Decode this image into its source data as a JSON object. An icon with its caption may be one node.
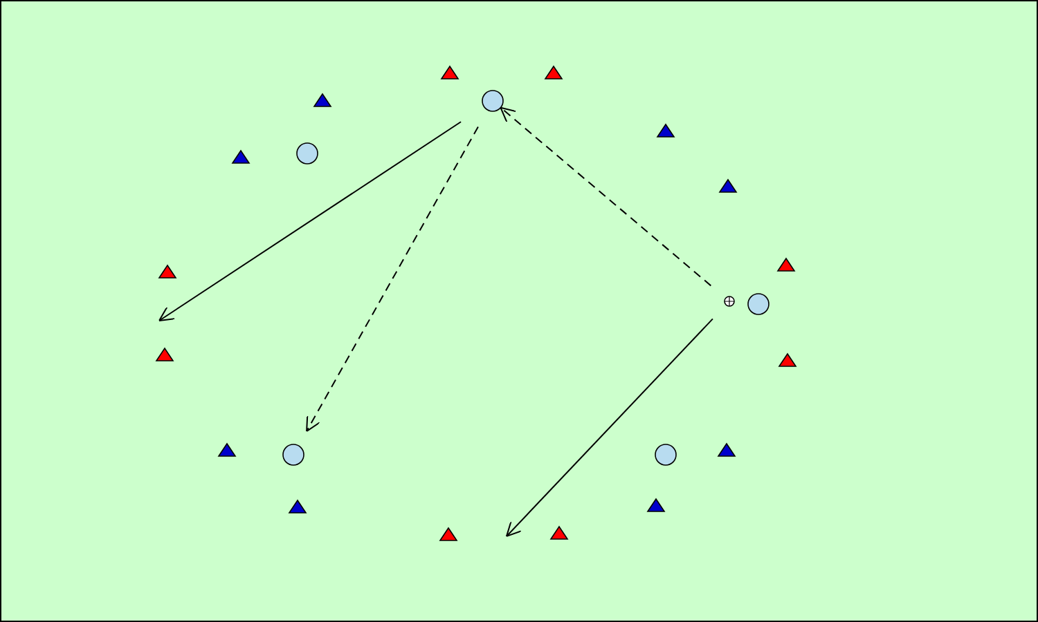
{
  "diagram": {
    "nodes": [
      {
        "text": [],
        "shape": "circle"
      },
      {
        "text": [],
        "shape": "circle"
      },
      {
        "text": [],
        "shape": "circle"
      },
      {
        "text": [],
        "shape": "circle"
      },
      {
        "text": [],
        "shape": "circle"
      },
      {
        "text": [],
        "shape": "circle"
      }
    ],
    "edges": [
      {
        "from": 0,
        "to": null,
        "arrow": "to"
      },
      {
        "from": 0,
        "to": 4,
        "arrow": "to",
        "style": "dashed"
      },
      {
        "from": 2,
        "to": 0,
        "arrow": "to",
        "style": "dashed"
      },
      {
        "from": 2,
        "to": null,
        "arrow": "to"
      }
    ]
  }
}
